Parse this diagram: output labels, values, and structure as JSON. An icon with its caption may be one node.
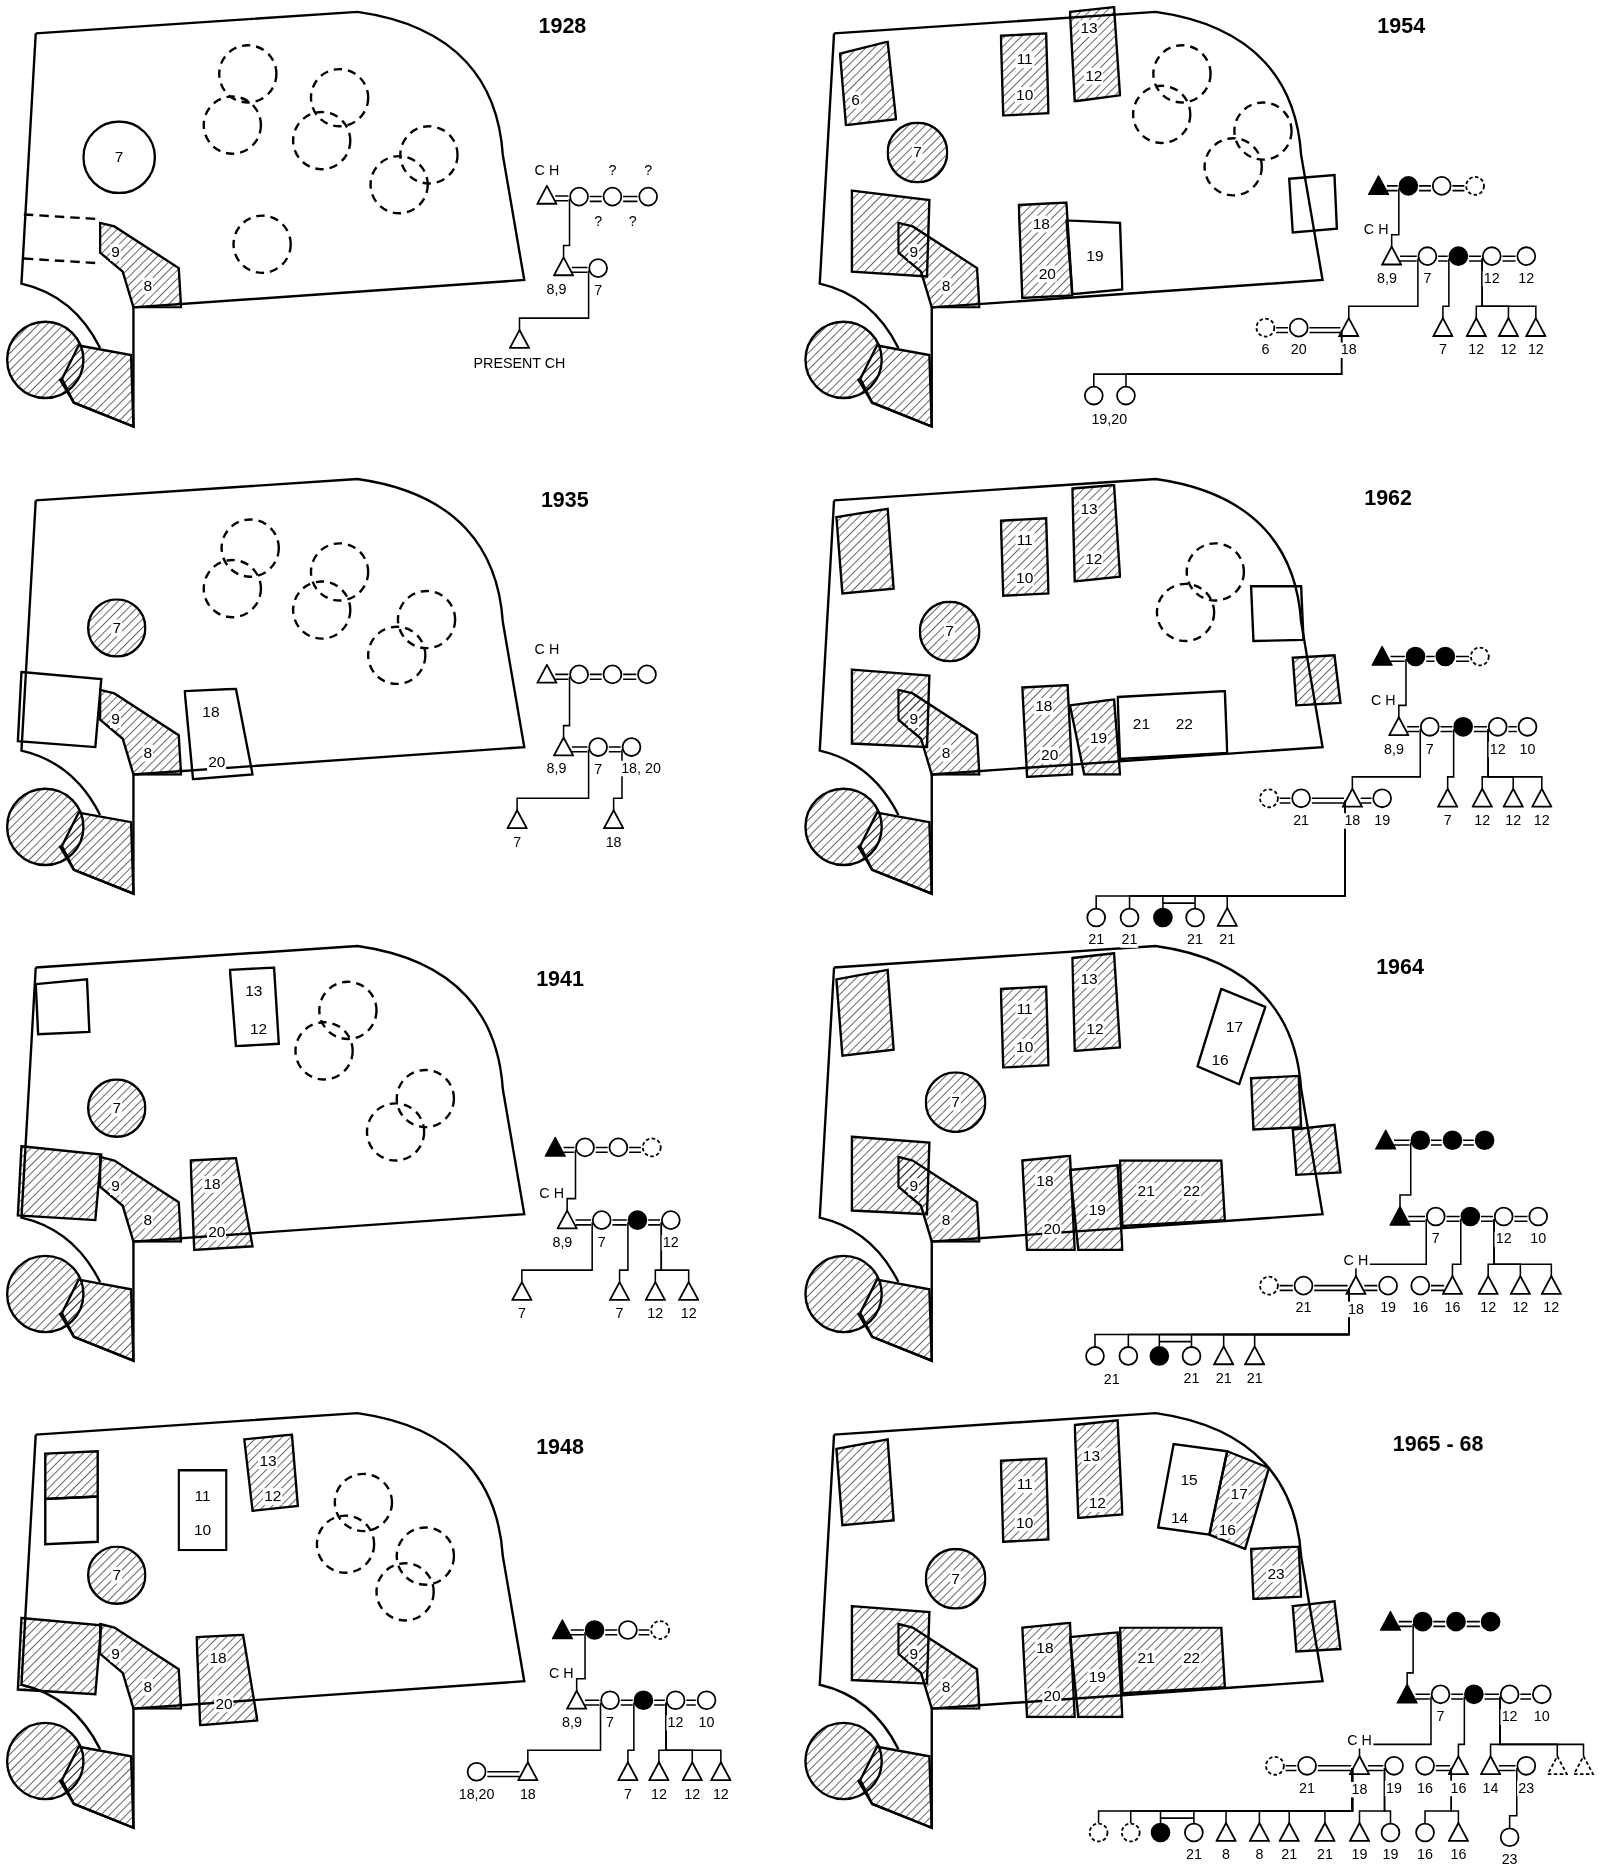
{
  "diagram": {
    "nodes": [
      {
        "text": [
          "7"
        ]
      },
      {
        "text": [
          "9",
          "8"
        ]
      },
      {
        "text": [],
        "shape": "triangle",
        "beside": [
          "C H"
        ]
      },
      {
        "text": [],
        "shape": "circle"
      },
      {
        "text": [],
        "shape": "circle"
      },
      {
        "text": [],
        "shape": "circle"
      },
      {
        "text": [],
        "shape": "triangle",
        "beside": [
          "8,9"
        ]
      },
      {
        "text": [],
        "shape": "circle",
        "beside": [
          "7"
        ]
      },
      {
        "text": [],
        "shape": "triangle",
        "beside": [
          "PRESENT CH"
        ]
      },
      {
        "text": [
          "7"
        ]
      },
      {
        "text": [
          "9",
          "8"
        ]
      },
      {
        "text": [
          "18",
          "20"
        ]
      },
      {
        "text": [],
        "shape": "triangle",
        "beside": [
          "C H"
        ]
      },
      {
        "text": [],
        "shape": "circle"
      },
      {
        "text": [],
        "shape": "circle"
      },
      {
        "text": [],
        "shape": "circle"
      },
      {
        "text": [],
        "shape": "triangle",
        "beside": [
          "8,9"
        ]
      },
      {
        "text": [],
        "shape": "circle",
        "beside": [
          "7"
        ]
      },
      {
        "text": [],
        "shape": "circle",
        "beside": [
          "18, 20"
        ]
      },
      {
        "text": [],
        "shape": "triangle",
        "beside": [
          "7"
        ]
      },
      {
        "text": [],
        "shape": "triangle",
        "beside": [
          "18"
        ]
      },
      {
        "text": [
          "13",
          "12"
        ]
      },
      {
        "text": [
          "7"
        ]
      },
      {
        "text": [
          "9",
          "8"
        ]
      },
      {
        "text": [
          "18",
          "20"
        ]
      },
      {
        "text": [],
        "shape": "triangle"
      },
      {
        "text": [],
        "shape": "circle"
      },
      {
        "text": [],
        "shape": "circle"
      },
      {
        "text": [],
        "shape": "circle"
      },
      {
        "text": [],
        "shape": "triangle",
        "beside": [
          "C H",
          "8,9"
        ]
      },
      {
        "text": [],
        "shape": "circle",
        "beside": [
          "7"
        ]
      },
      {
        "text": [],
        "shape": "circle"
      },
      {
        "text": [],
        "shape": "circle",
        "beside": [
          "12"
        ]
      },
      {
        "text": [],
        "shape": "triangle",
        "beside": [
          "7"
        ]
      },
      {
        "text": [],
        "shape": "triangle",
        "beside": [
          "7"
        ]
      },
      {
        "text": [],
        "shape": "triangle",
        "beside": [
          "12"
        ]
      },
      {
        "text": [],
        "shape": "triangle",
        "beside": [
          "12"
        ]
      },
      {
        "text": [
          "11",
          "10"
        ]
      },
      {
        "text": [
          "13",
          "12"
        ]
      },
      {
        "text": [
          "7"
        ]
      },
      {
        "text": [
          "9",
          "8"
        ]
      },
      {
        "text": [
          "18",
          "20"
        ]
      },
      {
        "text": [],
        "shape": "triangle"
      },
      {
        "text": [],
        "shape": "circle"
      },
      {
        "text": [],
        "shape": "circle"
      },
      {
        "text": [],
        "shape": "circle"
      },
      {
        "text": [],
        "shape": "triangle",
        "beside": [
          "C H",
          "8,9"
        ]
      },
      {
        "text": [],
        "shape": "circle",
        "beside": [
          "7"
        ]
      },
      {
        "text": [],
        "shape": "circle"
      },
      {
        "text": [],
        "shape": "circle",
        "beside": [
          "12"
        ]
      },
      {
        "text": [],
        "shape": "circle",
        "beside": [
          "10"
        ]
      },
      {
        "text": [],
        "shape": "circle",
        "beside": [
          "18,20"
        ]
      },
      {
        "text": [],
        "shape": "triangle",
        "beside": [
          "18"
        ]
      },
      {
        "text": [],
        "shape": "triangle",
        "beside": [
          "7"
        ]
      },
      {
        "text": [],
        "shape": "triangle",
        "beside": [
          "12"
        ]
      },
      {
        "text": [],
        "shape": "triangle",
        "beside": [
          "12"
        ]
      },
      {
        "text": [],
        "shape": "triangle",
        "beside": [
          "12"
        ]
      },
      {
        "text": [
          "6"
        ]
      },
      {
        "text": [
          "11",
          "10"
        ]
      },
      {
        "text": [
          "13",
          "12"
        ]
      },
      {
        "text": [
          "7"
        ]
      },
      {
        "text": [
          "9",
          "8"
        ]
      },
      {
        "text": [
          "18",
          "20"
        ]
      },
      {
        "text": [
          "19"
        ]
      },
      {
        "text": [],
        "shape": "triangle"
      },
      {
        "text": [],
        "shape": "circle"
      },
      {
        "text": [],
        "shape": "circle"
      },
      {
        "text": [],
        "shape": "circle"
      },
      {
        "text": [],
        "shape": "triangle",
        "beside": [
          "C H",
          "8,9"
        ]
      },
      {
        "text": [],
        "shape": "circle",
        "beside": [
          "7"
        ]
      },
      {
        "text": [],
        "shape": "circle"
      },
      {
        "text": [],
        "shape": "circle",
        "beside": [
          "12"
        ]
      },
      {
        "text": [],
        "shape": "circle",
        "beside": [
          "12"
        ]
      },
      {
        "text": [],
        "shape": "circle",
        "beside": [
          "6"
        ]
      },
      {
        "text": [],
        "shape": "circle",
        "beside": [
          "20"
        ]
      },
      {
        "text": [],
        "shape": "triangle",
        "beside": [
          "18"
        ]
      },
      {
        "text": [],
        "shape": "triangle",
        "beside": [
          "7"
        ]
      },
      {
        "text": [],
        "shape": "triangle",
        "beside": [
          "12"
        ]
      },
      {
        "text": [],
        "shape": "triangle",
        "beside": [
          "12"
        ]
      },
      {
        "text": [],
        "shape": "triangle",
        "beside": [
          "12"
        ]
      },
      {
        "text": [],
        "shape": "circle",
        "beside": [
          "19,20"
        ]
      },
      {
        "text": [],
        "shape": "circle"
      },
      {
        "text": [
          "11",
          "10"
        ]
      },
      {
        "text": [
          "13",
          "12"
        ]
      },
      {
        "text": [
          "7"
        ]
      },
      {
        "text": [
          "9",
          "8"
        ]
      },
      {
        "text": [
          "18",
          "20"
        ]
      },
      {
        "text": [
          "19"
        ]
      },
      {
        "text": [
          "21",
          "22"
        ]
      },
      {
        "text": [],
        "shape": "triangle"
      },
      {
        "text": [],
        "shape": "circle"
      },
      {
        "text": [],
        "shape": "circle"
      },
      {
        "text": [],
        "shape": "circle"
      },
      {
        "text": [],
        "shape": "triangle",
        "beside": [
          "C H",
          "8,9"
        ]
      },
      {
        "text": [],
        "shape": "circle",
        "beside": [
          "7"
        ]
      },
      {
        "text": [],
        "shape": "circle"
      },
      {
        "text": [],
        "shape": "circle",
        "beside": [
          "12"
        ]
      },
      {
        "text": [],
        "shape": "circle",
        "beside": [
          "10"
        ]
      },
      {
        "text": [],
        "shape": "circle"
      },
      {
        "text": [],
        "shape": "circle",
        "beside": [
          "21"
        ]
      },
      {
        "text": [],
        "shape": "triangle",
        "beside": [
          "18"
        ]
      },
      {
        "text": [],
        "shape": "circle",
        "beside": [
          "19"
        ]
      },
      {
        "text": [],
        "shape": "triangle",
        "beside": [
          "7"
        ]
      },
      {
        "text": [],
        "shape": "triangle",
        "beside": [
          "12"
        ]
      },
      {
        "text": [],
        "shape": "triangle",
        "beside": [
          "12"
        ]
      },
      {
        "text": [],
        "shape": "triangle",
        "beside": [
          "12"
        ]
      },
      {
        "text": [],
        "shape": "circle",
        "beside": [
          "21"
        ]
      },
      {
        "text": [],
        "shape": "circle",
        "beside": [
          "21"
        ]
      },
      {
        "text": [],
        "shape": "circle"
      },
      {
        "text": [],
        "shape": "circle",
        "beside": [
          "21"
        ]
      },
      {
        "text": [],
        "shape": "triangle",
        "beside": [
          "21"
        ]
      },
      {
        "text": [
          "11",
          "10"
        ]
      },
      {
        "text": [
          "13",
          "12"
        ]
      },
      {
        "text": [
          "17",
          "16"
        ]
      },
      {
        "text": [
          "7"
        ]
      },
      {
        "text": [
          "9",
          "8"
        ]
      },
      {
        "text": [
          "18",
          "20"
        ]
      },
      {
        "text": [
          "19"
        ]
      },
      {
        "text": [
          "21",
          "22"
        ]
      },
      {
        "text": [],
        "shape": "triangle"
      },
      {
        "text": [],
        "shape": "circle"
      },
      {
        "text": [],
        "shape": "circle"
      },
      {
        "text": [],
        "shape": "circle"
      },
      {
        "text": [],
        "shape": "triangle"
      },
      {
        "text": [],
        "shape": "circle",
        "beside": [
          "7"
        ]
      },
      {
        "text": [],
        "shape": "circle"
      },
      {
        "text": [],
        "shape": "circle",
        "beside": [
          "12"
        ]
      },
      {
        "text": [],
        "shape": "circle",
        "beside": [
          "10"
        ]
      },
      {
        "text": [],
        "shape": "circle"
      },
      {
        "text": [],
        "shape": "circle",
        "beside": [
          "21"
        ]
      },
      {
        "text": [],
        "shape": "triangle",
        "beside": [
          "C H",
          "18"
        ]
      },
      {
        "text": [],
        "shape": "circle",
        "beside": [
          "19"
        ]
      },
      {
        "text": [],
        "shape": "circle",
        "beside": [
          "16"
        ]
      },
      {
        "text": [],
        "shape": "triangle",
        "beside": [
          "16"
        ]
      },
      {
        "text": [],
        "shape": "triangle",
        "beside": [
          "12"
        ]
      },
      {
        "text": [],
        "shape": "triangle",
        "beside": [
          "12"
        ]
      },
      {
        "text": [],
        "shape": "triangle",
        "beside": [
          "12"
        ]
      },
      {
        "text": [],
        "shape": "circle",
        "beside": [
          "21"
        ]
      },
      {
        "text": [],
        "shape": "circle"
      },
      {
        "text": [],
        "shape": "circle"
      },
      {
        "text": [],
        "shape": "circle",
        "beside": [
          "21"
        ]
      },
      {
        "text": [],
        "shape": "triangle",
        "beside": [
          "21"
        ]
      },
      {
        "text": [],
        "shape": "triangle",
        "beside": [
          "21"
        ]
      },
      {
        "text": [
          "11",
          "10"
        ]
      },
      {
        "text": [
          "13",
          "12"
        ]
      },
      {
        "text": [
          "15",
          "14"
        ]
      },
      {
        "text": [
          "17",
          "16"
        ]
      },
      {
        "text": [
          "7"
        ]
      },
      {
        "text": [
          "23"
        ]
      },
      {
        "text": [
          "9",
          "8"
        ]
      },
      {
        "text": [
          "18",
          "20"
        ]
      },
      {
        "text": [
          "19"
        ]
      },
      {
        "text": [
          "21",
          "22"
        ]
      },
      {
        "text": [],
        "shape": "triangle"
      },
      {
        "text": [],
        "shape": "circle"
      },
      {
        "text": [],
        "shape": "circle"
      },
      {
        "text": [],
        "shape": "circle"
      },
      {
        "text": [],
        "shape": "triangle"
      },
      {
        "text": [],
        "shape": "circle",
        "beside": [
          "7"
        ]
      },
      {
        "text": [],
        "shape": "circle"
      },
      {
        "text": [],
        "shape": "circle",
        "beside": [
          "12"
        ]
      },
      {
        "text": [],
        "shape": "circle",
        "beside": [
          "10"
        ]
      },
      {
        "text": [],
        "shape": "circle"
      },
      {
        "text": [],
        "shape": "circle",
        "beside": [
          "21"
        ]
      },
      {
        "text": [],
        "shape": "triangle",
        "beside": [
          "C H",
          "18"
        ]
      },
      {
        "text": [],
        "shape": "circle",
        "beside": [
          "19"
        ]
      },
      {
        "text": [],
        "shape": "circle",
        "beside": [
          "16"
        ]
      },
      {
        "text": [],
        "shape": "triangle",
        "beside": [
          "16"
        ]
      },
      {
        "text": [],
        "shape": "triangle",
        "beside": [
          "14"
        ]
      },
      {
        "text": [],
        "shape": "circle",
        "beside": [
          "23"
        ]
      },
      {
        "text": [],
        "shape": "triangle"
      },
      {
        "text": [],
        "shape": "triangle"
      },
      {
        "text": [],
        "shape": "circle"
      },
      {
        "text": [],
        "shape": "circle"
      },
      {
        "text": [],
        "shape": "circle"
      },
      {
        "text": [],
        "shape": "circle",
        "beside": [
          "21"
        ]
      },
      {
        "text": [],
        "shape": "triangle",
        "beside": [
          "8"
        ]
      },
      {
        "text": [],
        "shape": "triangle",
        "beside": [
          "8"
        ]
      },
      {
        "text": [],
        "shape": "triangle",
        "beside": [
          "21"
        ]
      },
      {
        "text": [],
        "shape": "triangle",
        "beside": [
          "21"
        ]
      },
      {
        "text": [],
        "shape": "triangle",
        "beside": [
          "19"
        ]
      },
      {
        "text": [],
        "shape": "circle",
        "beside": [
          "19"
        ]
      },
      {
        "text": [],
        "shape": "circle",
        "beside": [
          "16"
        ]
      },
      {
        "text": [],
        "shape": "triangle",
        "beside": [
          "16"
        ]
      },
      {
        "text": [],
        "shape": "circle",
        "beside": [
          "23"
        ]
      }
    ],
    "edges": [
      {
        "from": 2,
        "to": 3,
        "arrow": "none"
      },
      {
        "from": 3,
        "to": 4,
        "arrow": "none"
      },
      {
        "from": 4,
        "to": 5,
        "arrow": "none"
      },
      {
        "from": 3,
        "to": 6,
        "arrow": "none"
      },
      {
        "from": 6,
        "to": 7,
        "arrow": "none"
      },
      {
        "from": 7,
        "to": 8,
        "arrow": "none"
      },
      {
        "from": 12,
        "to": 13,
        "arrow": "none"
      },
      {
        "from": 13,
        "to": 14,
        "arrow": "none"
      },
      {
        "from": 14,
        "to": 15,
        "arrow": "none"
      },
      {
        "from": 13,
        "to": 16,
        "arrow": "none"
      },
      {
        "from": 16,
        "to": 17,
        "arrow": "none"
      },
      {
        "from": 17,
        "to": 18,
        "arrow": "none"
      },
      {
        "from": 17,
        "to": 19,
        "arrow": "none"
      },
      {
        "from": 18,
        "to": 20,
        "arrow": "none"
      },
      {
        "from": 25,
        "to": 26,
        "arrow": "none"
      },
      {
        "from": 26,
        "to": 27,
        "arrow": "none"
      },
      {
        "from": 27,
        "to": 28,
        "arrow": "none"
      },
      {
        "from": 26,
        "to": 29,
        "arrow": "none"
      },
      {
        "from": 29,
        "to": 30,
        "arrow": "none"
      },
      {
        "from": 30,
        "to": 31,
        "arrow": "none"
      },
      {
        "from": 31,
        "to": 32,
        "arrow": "none"
      },
      {
        "from": 30,
        "to": 33,
        "arrow": "none"
      },
      {
        "from": 31,
        "to": 34,
        "arrow": "none"
      },
      {
        "from": 32,
        "to": 35,
        "arrow": "none"
      },
      {
        "from": 32,
        "to": 36,
        "arrow": "none"
      },
      {
        "from": 42,
        "to": 43,
        "arrow": "none"
      },
      {
        "from": 43,
        "to": 44,
        "arrow": "none"
      },
      {
        "from": 44,
        "to": 45,
        "arrow": "none"
      },
      {
        "from": 43,
        "to": 46,
        "arrow": "none"
      },
      {
        "from": 46,
        "to": 47,
        "arrow": "none"
      },
      {
        "from": 47,
        "to": 48,
        "arrow": "none"
      },
      {
        "from": 48,
        "to": 49,
        "arrow": "none"
      },
      {
        "from": 49,
        "to": 50,
        "arrow": "none"
      },
      {
        "from": 47,
        "to": 52,
        "arrow": "none"
      },
      {
        "from": 51,
        "to": 52,
        "arrow": "none"
      },
      {
        "from": 48,
        "to": 53,
        "arrow": "none"
      },
      {
        "from": 49,
        "to": 54,
        "arrow": "none"
      },
      {
        "from": 49,
        "to": 55,
        "arrow": "none"
      },
      {
        "from": 49,
        "to": 56,
        "arrow": "none"
      },
      {
        "from": 64,
        "to": 65,
        "arrow": "none"
      },
      {
        "from": 65,
        "to": 66,
        "arrow": "none"
      },
      {
        "from": 66,
        "to": 67,
        "arrow": "none"
      },
      {
        "from": 65,
        "to": 68,
        "arrow": "none"
      },
      {
        "from": 68,
        "to": 69,
        "arrow": "none"
      },
      {
        "from": 69,
        "to": 70,
        "arrow": "none"
      },
      {
        "from": 70,
        "to": 71,
        "arrow": "none"
      },
      {
        "from": 71,
        "to": 72,
        "arrow": "none"
      },
      {
        "from": 69,
        "to": 75,
        "arrow": "none"
      },
      {
        "from": 70,
        "to": 76,
        "arrow": "none"
      },
      {
        "from": 71,
        "to": 77,
        "arrow": "none"
      },
      {
        "from": 71,
        "to": 78,
        "arrow": "none"
      },
      {
        "from": 71,
        "to": 79,
        "arrow": "none"
      },
      {
        "from": 73,
        "to": 74,
        "arrow": "none"
      },
      {
        "from": 74,
        "to": 75,
        "arrow": "none"
      },
      {
        "from": 75,
        "to": 80,
        "arrow": "none"
      },
      {
        "from": 75,
        "to": 81,
        "arrow": "none"
      },
      {
        "from": 89,
        "to": 90,
        "arrow": "none"
      },
      {
        "from": 90,
        "to": 91,
        "arrow": "none"
      },
      {
        "from": 91,
        "to": 92,
        "arrow": "none"
      },
      {
        "from": 90,
        "to": 93,
        "arrow": "none"
      },
      {
        "from": 93,
        "to": 94,
        "arrow": "none"
      },
      {
        "from": 94,
        "to": 95,
        "arrow": "none"
      },
      {
        "from": 95,
        "to": 96,
        "arrow": "none"
      },
      {
        "from": 96,
        "to": 97,
        "arrow": "none"
      },
      {
        "from": 94,
        "to": 100,
        "arrow": "none"
      },
      {
        "from": 95,
        "to": 102,
        "arrow": "none"
      },
      {
        "from": 96,
        "to": 103,
        "arrow": "none"
      },
      {
        "from": 96,
        "to": 104,
        "arrow": "none"
      },
      {
        "from": 96,
        "to": 105,
        "arrow": "none"
      },
      {
        "from": 98,
        "to": 99,
        "arrow": "none"
      },
      {
        "from": 99,
        "to": 100,
        "arrow": "none"
      },
      {
        "from": 100,
        "to": 101,
        "arrow": "none"
      },
      {
        "from": 100,
        "to": 106,
        "arrow": "none"
      },
      {
        "from": 100,
        "to": 107,
        "arrow": "none"
      },
      {
        "from": 100,
        "to": 108,
        "arrow": "none"
      },
      {
        "from": 100,
        "to": 109,
        "arrow": "none"
      },
      {
        "from": 100,
        "to": 110,
        "arrow": "none"
      },
      {
        "from": 119,
        "to": 120,
        "arrow": "none"
      },
      {
        "from": 120,
        "to": 121,
        "arrow": "none"
      },
      {
        "from": 121,
        "to": 122,
        "arrow": "none"
      },
      {
        "from": 120,
        "to": 123,
        "arrow": "none"
      },
      {
        "from": 123,
        "to": 124,
        "arrow": "none"
      },
      {
        "from": 124,
        "to": 125,
        "arrow": "none"
      },
      {
        "from": 125,
        "to": 126,
        "arrow": "none"
      },
      {
        "from": 126,
        "to": 127,
        "arrow": "none"
      },
      {
        "from": 124,
        "to": 130,
        "arrow": "none"
      },
      {
        "from": 125,
        "to": 133,
        "arrow": "none"
      },
      {
        "from": 126,
        "to": 134,
        "arrow": "none"
      },
      {
        "from": 126,
        "to": 135,
        "arrow": "none"
      },
      {
        "from": 126,
        "to": 136,
        "arrow": "none"
      },
      {
        "from": 128,
        "to": 129,
        "arrow": "none"
      },
      {
        "from": 129,
        "to": 130,
        "arrow": "none"
      },
      {
        "from": 130,
        "to": 131,
        "arrow": "none"
      },
      {
        "from": 132,
        "to": 133,
        "arrow": "none"
      },
      {
        "from": 130,
        "to": 137,
        "arrow": "none"
      },
      {
        "from": 130,
        "to": 138,
        "arrow": "none"
      },
      {
        "from": 130,
        "to": 139,
        "arrow": "none"
      },
      {
        "from": 130,
        "to": 140,
        "arrow": "none"
      },
      {
        "from": 130,
        "to": 141,
        "arrow": "none"
      },
      {
        "from": 130,
        "to": 142,
        "arrow": "none"
      },
      {
        "from": 153,
        "to": 154,
        "arrow": "none"
      },
      {
        "from": 154,
        "to": 155,
        "arrow": "none"
      },
      {
        "from": 155,
        "to": 156,
        "arrow": "none"
      },
      {
        "from": 154,
        "to": 157,
        "arrow": "none"
      },
      {
        "from": 157,
        "to": 158,
        "arrow": "none"
      },
      {
        "from": 158,
        "to": 159,
        "arrow": "none"
      },
      {
        "from": 159,
        "to": 160,
        "arrow": "none"
      },
      {
        "from": 160,
        "to": 161,
        "arrow": "none"
      },
      {
        "from": 158,
        "to": 164,
        "arrow": "none"
      },
      {
        "from": 159,
        "to": 167,
        "arrow": "none"
      },
      {
        "from": 160,
        "to": 168,
        "arrow": "none"
      },
      {
        "from": 160,
        "to": 170,
        "arrow": "none"
      },
      {
        "from": 160,
        "to": 171,
        "arrow": "none"
      },
      {
        "from": 162,
        "to": 163,
        "arrow": "none"
      },
      {
        "from": 163,
        "to": 164,
        "arrow": "none"
      },
      {
        "from": 164,
        "to": 165,
        "arrow": "none"
      },
      {
        "from": 166,
        "to": 167,
        "arrow": "none"
      },
      {
        "from": 168,
        "to": 169,
        "arrow": "none"
      },
      {
        "from": 164,
        "to": 172,
        "arrow": "none"
      },
      {
        "from": 164,
        "to": 173,
        "arrow": "none"
      },
      {
        "from": 164,
        "to": 174,
        "arrow": "none"
      },
      {
        "from": 164,
        "to": 175,
        "arrow": "none"
      },
      {
        "from": 164,
        "to": 176,
        "arrow": "none"
      },
      {
        "from": 164,
        "to": 177,
        "arrow": "none"
      },
      {
        "from": 164,
        "to": 178,
        "arrow": "none"
      },
      {
        "from": 164,
        "to": 179,
        "arrow": "none"
      },
      {
        "from": 165,
        "to": 180,
        "arrow": "none"
      },
      {
        "from": 165,
        "to": 181,
        "arrow": "none"
      },
      {
        "from": 167,
        "to": 182,
        "arrow": "none"
      },
      {
        "from": 167,
        "to": 183,
        "arrow": "none"
      },
      {
        "from": 169,
        "to": 184,
        "arrow": "none"
      }
    ],
    "labels": [
      "1928",
      "?",
      "?",
      "?",
      "?",
      "1935",
      "1941",
      "1948",
      "1954",
      "1962",
      "1964",
      "1965 - 68"
    ]
  }
}
